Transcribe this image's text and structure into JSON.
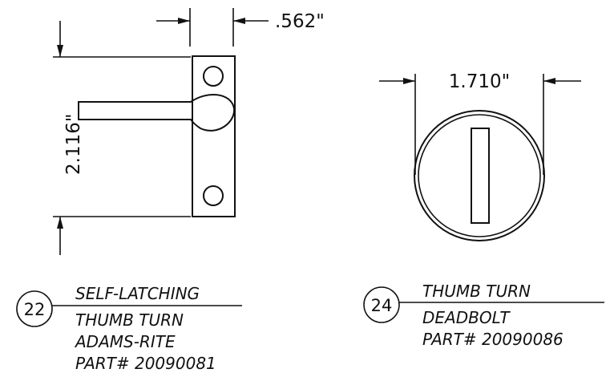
{
  "theme": {
    "ink": "#111111",
    "paper": "#ffffff"
  },
  "left_part": {
    "callout_number": "22",
    "title": "SELF-LATCHING",
    "lines": [
      "THUMB TURN",
      "ADAMS-RITE",
      "PART# 20090081"
    ],
    "dim_width": ".562\"",
    "dim_height": "2.116\""
  },
  "right_part": {
    "callout_number": "24",
    "title": "THUMB TURN",
    "lines": [
      "DEADBOLT",
      "PART# 20090086"
    ],
    "dim_diameter": "1.710\""
  }
}
